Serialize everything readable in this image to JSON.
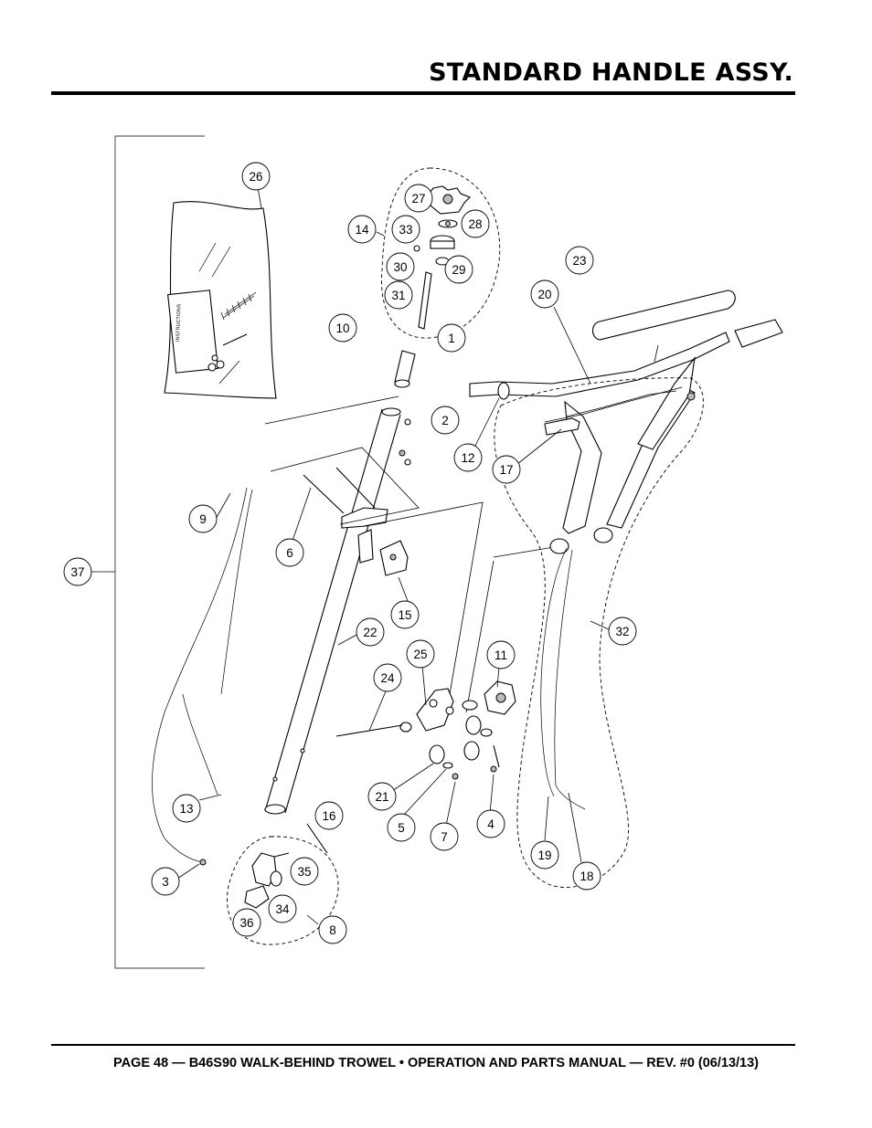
{
  "header": {
    "title": "STANDARD HANDLE ASSY."
  },
  "footer": {
    "text": "PAGE 48 — B46S90 WALK-BEHIND TROWEL • OPERATION AND PARTS MANUAL — REV. #0 (06/13/13)"
  },
  "diagram": {
    "sheet_label": "INSTRUCTIONS",
    "callouts": [
      "26",
      "27",
      "28",
      "14",
      "33",
      "30",
      "29",
      "31",
      "10",
      "1",
      "23",
      "20",
      "2",
      "12",
      "17",
      "9",
      "6",
      "15",
      "37",
      "22",
      "25",
      "11",
      "24",
      "32",
      "21",
      "5",
      "7",
      "4",
      "13",
      "16",
      "3",
      "35",
      "34",
      "36",
      "8",
      "19",
      "18"
    ]
  }
}
